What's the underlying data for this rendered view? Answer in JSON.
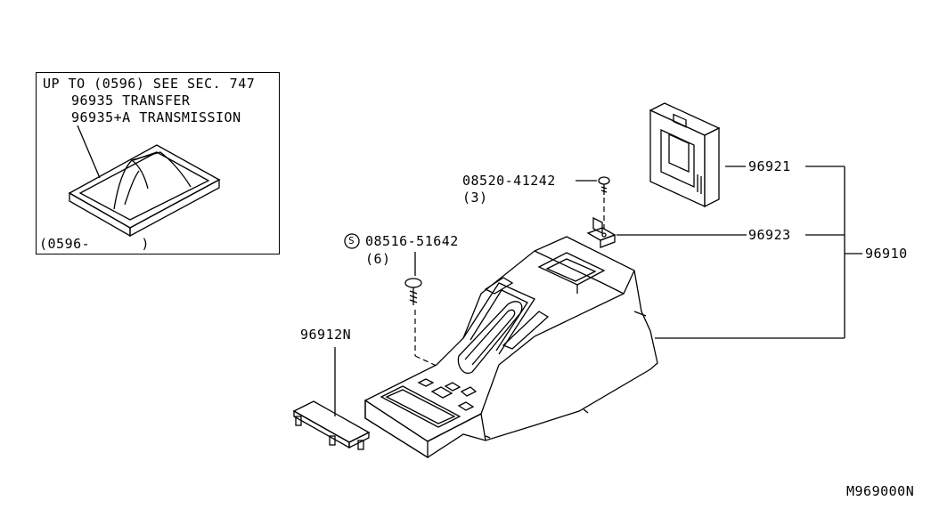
{
  "inset": {
    "line1": "UP TO (0596) SEE SEC. 747",
    "line2": "96935 TRANSFER",
    "line3": "96935+A TRANSMISSION",
    "date_range": "(0596-      )"
  },
  "callouts": {
    "screw_part": "08520-41242",
    "screw_qty": "(3)",
    "bolt_symbol": "S",
    "bolt_part": "08516-51642",
    "bolt_qty": "(6)",
    "lid": "96921",
    "bracket": "96923",
    "console_assy": "96910",
    "tray": "96912N"
  },
  "diagram_id": "M969000N"
}
